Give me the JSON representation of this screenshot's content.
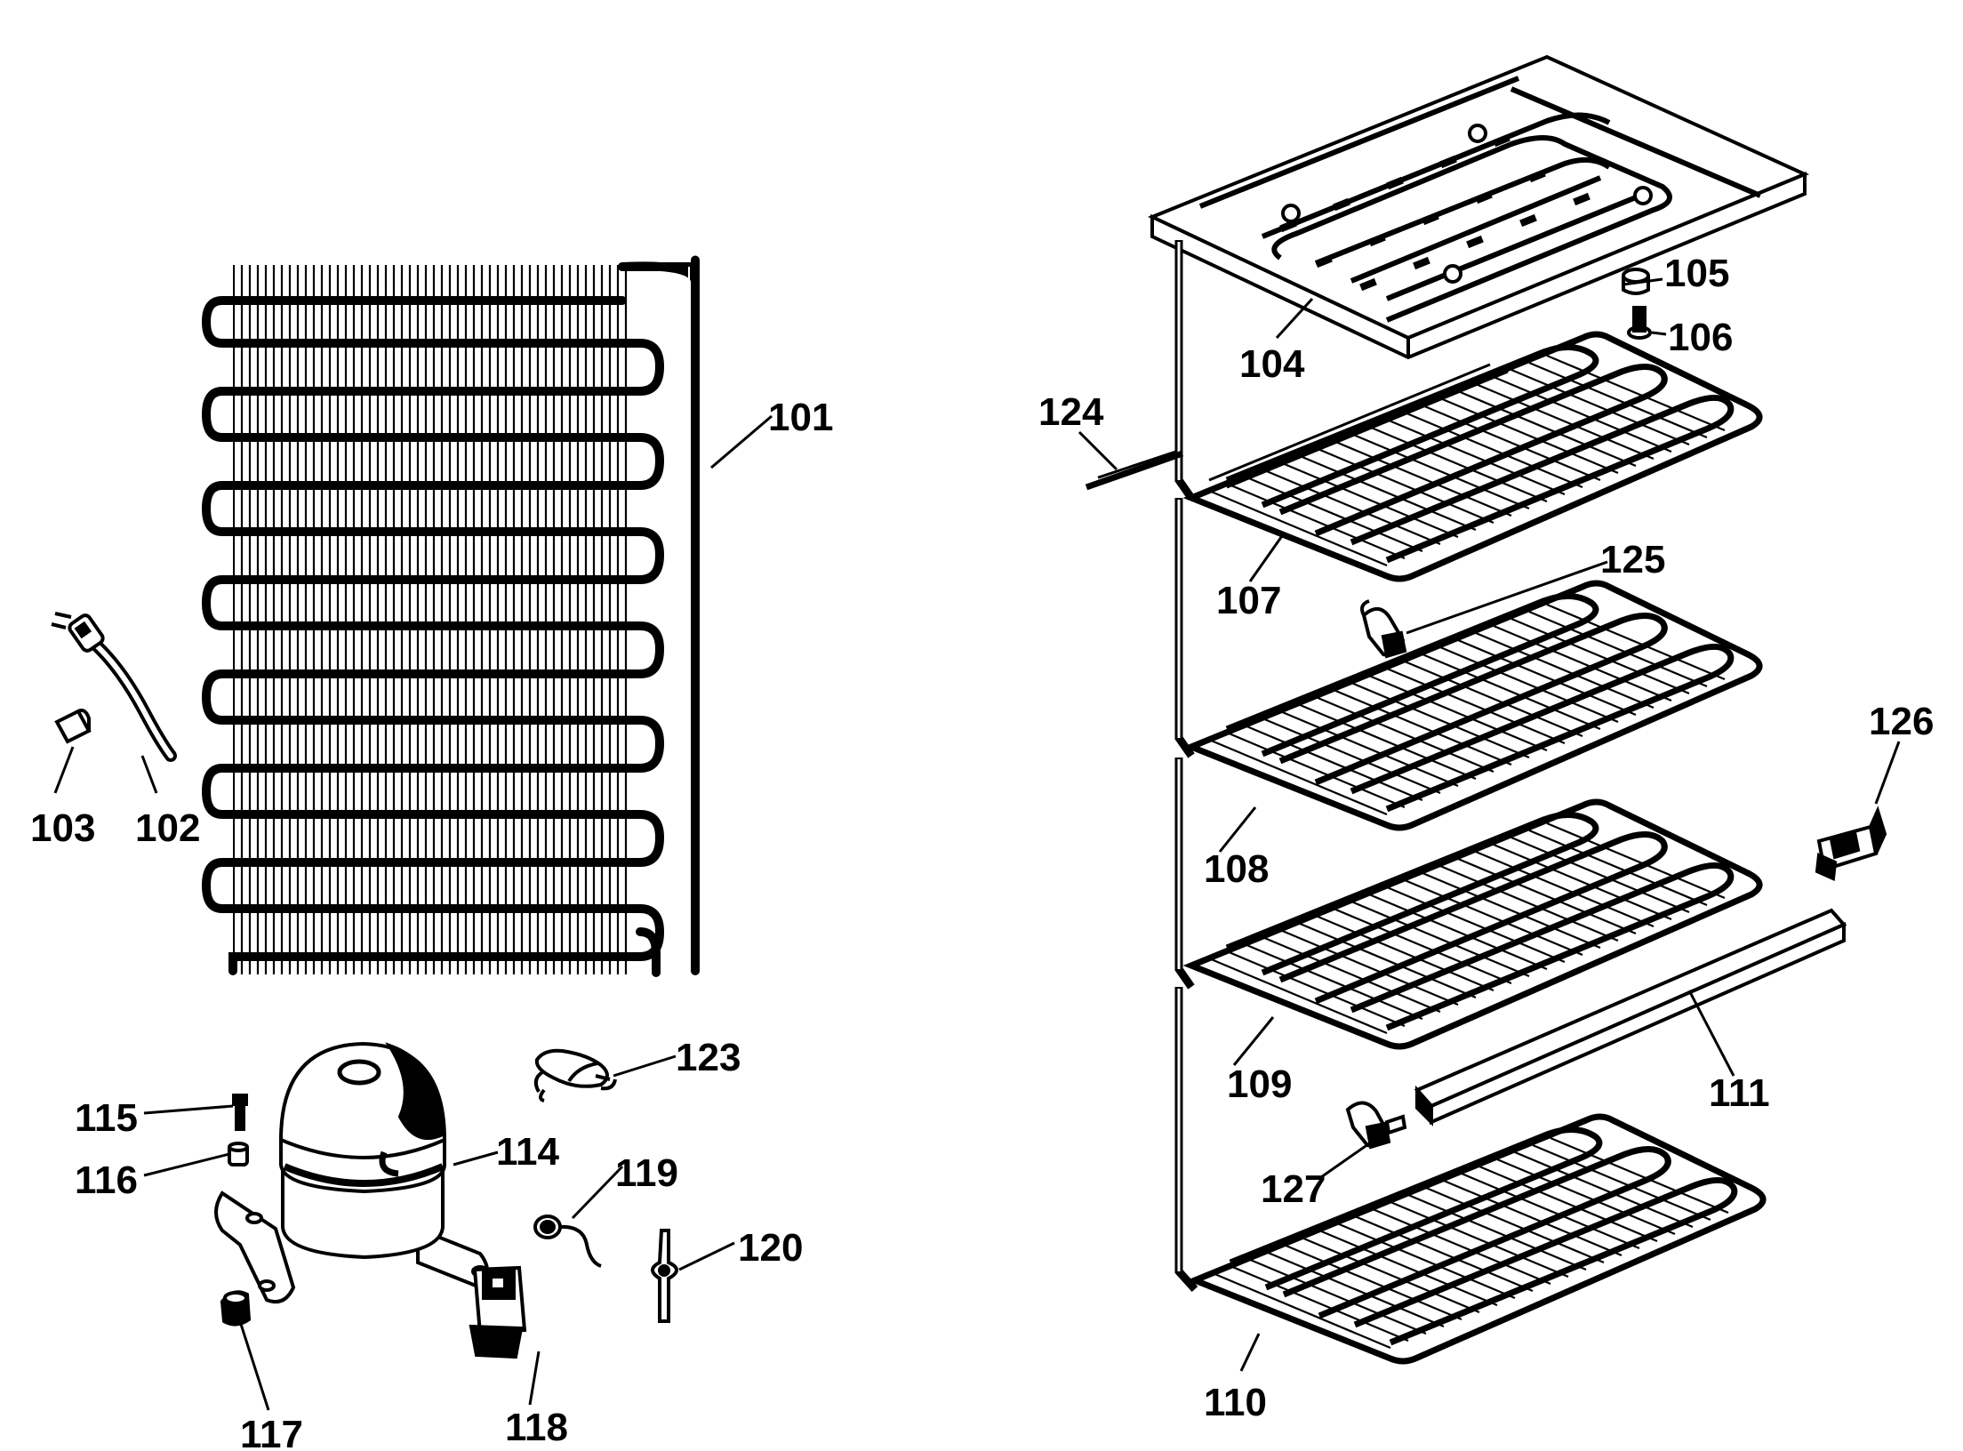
{
  "colors": {
    "ink": "#000000",
    "paper": "#ffffff"
  },
  "parts": {
    "p101": "101",
    "p102": "102",
    "p103": "103",
    "p104": "104",
    "p105": "105",
    "p106": "106",
    "p107": "107",
    "p108": "108",
    "p109": "109",
    "p110": "110",
    "p111": "111",
    "p114": "114",
    "p115": "115",
    "p116": "116",
    "p117": "117",
    "p118": "118",
    "p119": "119",
    "p120": "120",
    "p123": "123",
    "p124": "124",
    "p125": "125",
    "p126": "126",
    "p127": "127"
  }
}
